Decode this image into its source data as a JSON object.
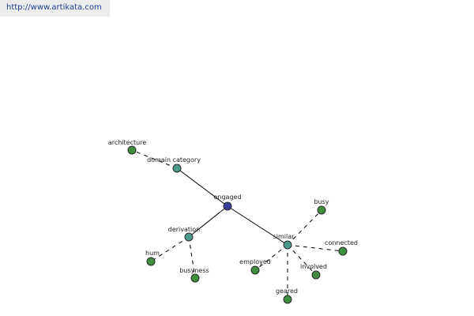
{
  "banner": {
    "link_text": "http://www.artikata.com"
  },
  "colors": {
    "center_node": "#3b3f9c",
    "branch_node": "#4a9a8c",
    "leaf_node": "#3f8f3f",
    "banner_bg": "#ececec",
    "link": "#1f3f8f"
  },
  "graph": {
    "nodes": [
      {
        "id": "engaged",
        "label": "engaged",
        "kind": "center"
      },
      {
        "id": "domain_category",
        "label": "domain category",
        "kind": "branch"
      },
      {
        "id": "architecture",
        "label": "architecture",
        "kind": "leaf"
      },
      {
        "id": "derivation",
        "label": "derivation",
        "kind": "branch"
      },
      {
        "id": "hum",
        "label": "hum",
        "kind": "leaf"
      },
      {
        "id": "busyness",
        "label": "busyness",
        "kind": "leaf"
      },
      {
        "id": "similar",
        "label": "similar",
        "kind": "branch"
      },
      {
        "id": "busy",
        "label": "busy",
        "kind": "leaf"
      },
      {
        "id": "connected",
        "label": "connected",
        "kind": "leaf"
      },
      {
        "id": "employed",
        "label": "employed",
        "kind": "leaf"
      },
      {
        "id": "involved",
        "label": "involved",
        "kind": "leaf"
      },
      {
        "id": "geared",
        "label": "geared",
        "kind": "leaf"
      }
    ],
    "edges": [
      {
        "from": "engaged",
        "to": "domain_category",
        "style": "solid"
      },
      {
        "from": "engaged",
        "to": "derivation",
        "style": "solid"
      },
      {
        "from": "engaged",
        "to": "similar",
        "style": "solid"
      },
      {
        "from": "domain_category",
        "to": "architecture",
        "style": "dashed"
      },
      {
        "from": "derivation",
        "to": "hum",
        "style": "dashed"
      },
      {
        "from": "derivation",
        "to": "busyness",
        "style": "dashed"
      },
      {
        "from": "similar",
        "to": "busy",
        "style": "dashed"
      },
      {
        "from": "similar",
        "to": "connected",
        "style": "dashed"
      },
      {
        "from": "similar",
        "to": "employed",
        "style": "dashed"
      },
      {
        "from": "similar",
        "to": "involved",
        "style": "dashed"
      },
      {
        "from": "similar",
        "to": "geared",
        "style": "dashed"
      }
    ]
  }
}
